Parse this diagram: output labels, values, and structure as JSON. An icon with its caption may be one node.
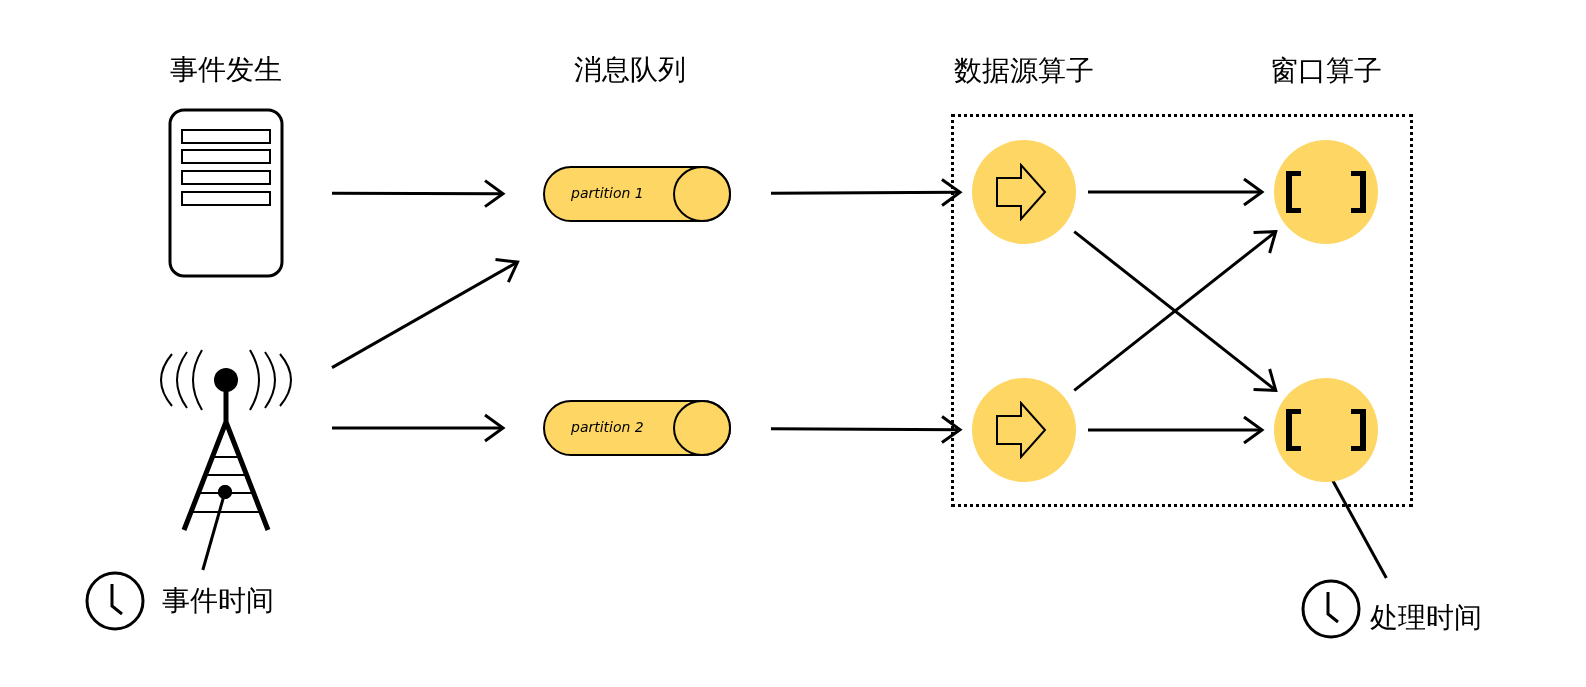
{
  "diagram": {
    "nodes": [
      {
        "text": [],
        "shape": "picture",
        "beside": [
          "事件发生"
        ]
      },
      {
        "text": [],
        "shape": "picture"
      },
      {
        "text": [
          "partition 1"
        ]
      },
      {
        "text": [
          "partition 2"
        ]
      },
      {
        "text": [],
        "shape": "box"
      },
      {
        "text": [],
        "shape": "circle",
        "in": 4,
        "beside": [
          "数据源算子"
        ]
      },
      {
        "text": [],
        "shape": "circle",
        "in": 4
      },
      {
        "text": [],
        "shape": "circle",
        "in": 4,
        "beside": [
          "窗口算子"
        ]
      },
      {
        "text": [],
        "shape": "circle",
        "in": 4
      },
      {
        "text": [
          "事件时间"
        ]
      },
      {
        "text": [
          "处理时间"
        ]
      }
    ],
    "edges": [
      {
        "from": 0,
        "to": 2,
        "arrow": "to"
      },
      {
        "from": 1,
        "to": 2,
        "arrow": "to"
      },
      {
        "from": 1,
        "to": 3,
        "arrow": "to"
      },
      {
        "from": 2,
        "to": 5,
        "arrow": "to"
      },
      {
        "from": 3,
        "to": 6,
        "arrow": "to"
      },
      {
        "from": 5,
        "to": 7,
        "arrow": "to"
      },
      {
        "from": 5,
        "to": 8,
        "arrow": "to"
      },
      {
        "from": 6,
        "to": 7,
        "arrow": "to"
      },
      {
        "from": 6,
        "to": 8,
        "arrow": "to"
      },
      {
        "from": 9,
        "to": 1,
        "arrow": "other"
      },
      {
        "from": 10,
        "to": 8,
        "arrow": "other"
      }
    ],
    "labels": [
      "消息队列"
    ]
  }
}
